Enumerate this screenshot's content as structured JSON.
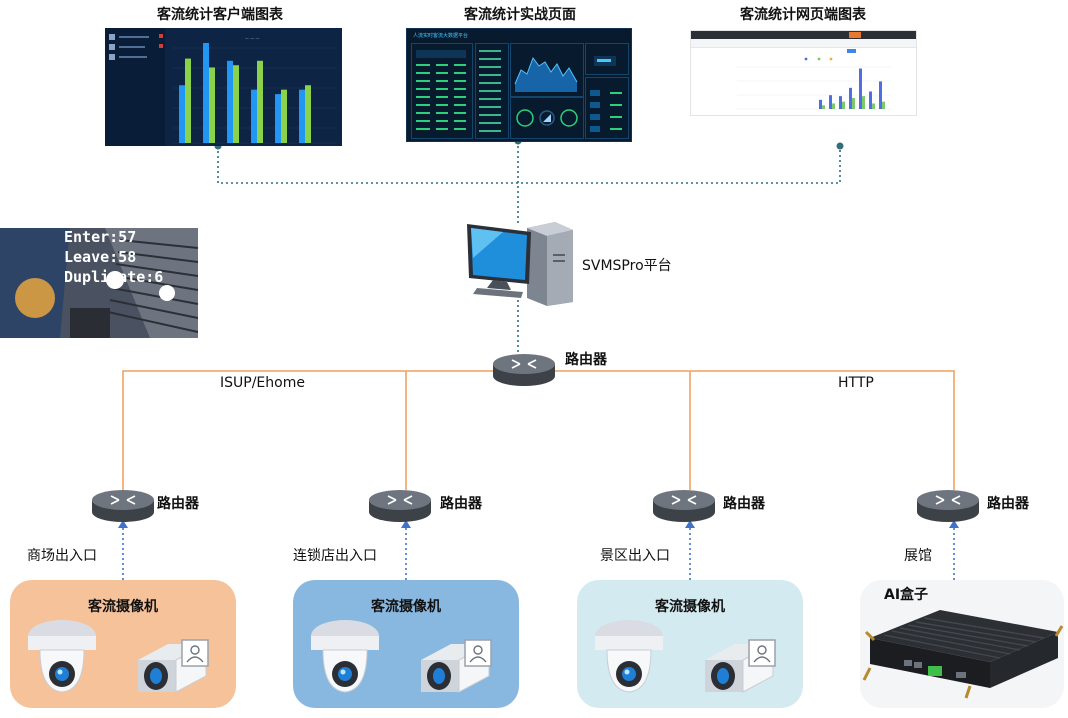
{
  "titles": {
    "client_chart": "客流统计客户端图表",
    "realtime_page": "客流统计实战页面",
    "web_chart": "客流统计网页端图表"
  },
  "platform": {
    "label": "SVMSPro平台"
  },
  "main_router": {
    "label": "路由器"
  },
  "protocols": {
    "left": "ISUP/Ehome",
    "right": "HTTP"
  },
  "counting": {
    "enter": "Enter:57",
    "leave": "Leave:58",
    "duplicate": "Duplicate:6"
  },
  "realtime_dashboard": {
    "header": "人流实时客流大数据平台"
  },
  "branches": [
    {
      "router_label": "路由器",
      "site": "商场出入口",
      "device": "客流摄像机",
      "color": "#f6c29a"
    },
    {
      "router_label": "路由器",
      "site": "连锁店出入口",
      "device": "客流摄像机",
      "color": "#88b8df"
    },
    {
      "router_label": "路由器",
      "site": "景区出入口",
      "device": "客流摄像机",
      "color": "#d3eaf0"
    },
    {
      "router_label": "路由器",
      "site": "展馆",
      "device": "AI盒子",
      "color": "#f3f5f7"
    }
  ],
  "colors": {
    "dotted_link": "#2f6f7a",
    "uplink_dotted": "#3f73c9",
    "ethernet": "#f0a15f",
    "client_chart_bg": "#0d2444",
    "client_bar_a": "#2196f3",
    "client_bar_b": "#8bd14a",
    "web_bar_a": "#4f6fe0",
    "web_bar_b": "#7cc96b"
  },
  "client_chart_data": {
    "series_a": [
      26,
      45,
      37,
      24,
      22,
      24
    ],
    "series_b": [
      38,
      34,
      35,
      37,
      24,
      26
    ],
    "ymax": 45
  },
  "web_chart_data": {
    "series_a": [
      10,
      15,
      14,
      23,
      44,
      19,
      30
    ],
    "series_b": [
      4,
      6,
      8,
      12,
      14,
      6,
      8
    ],
    "ymax": 50
  }
}
